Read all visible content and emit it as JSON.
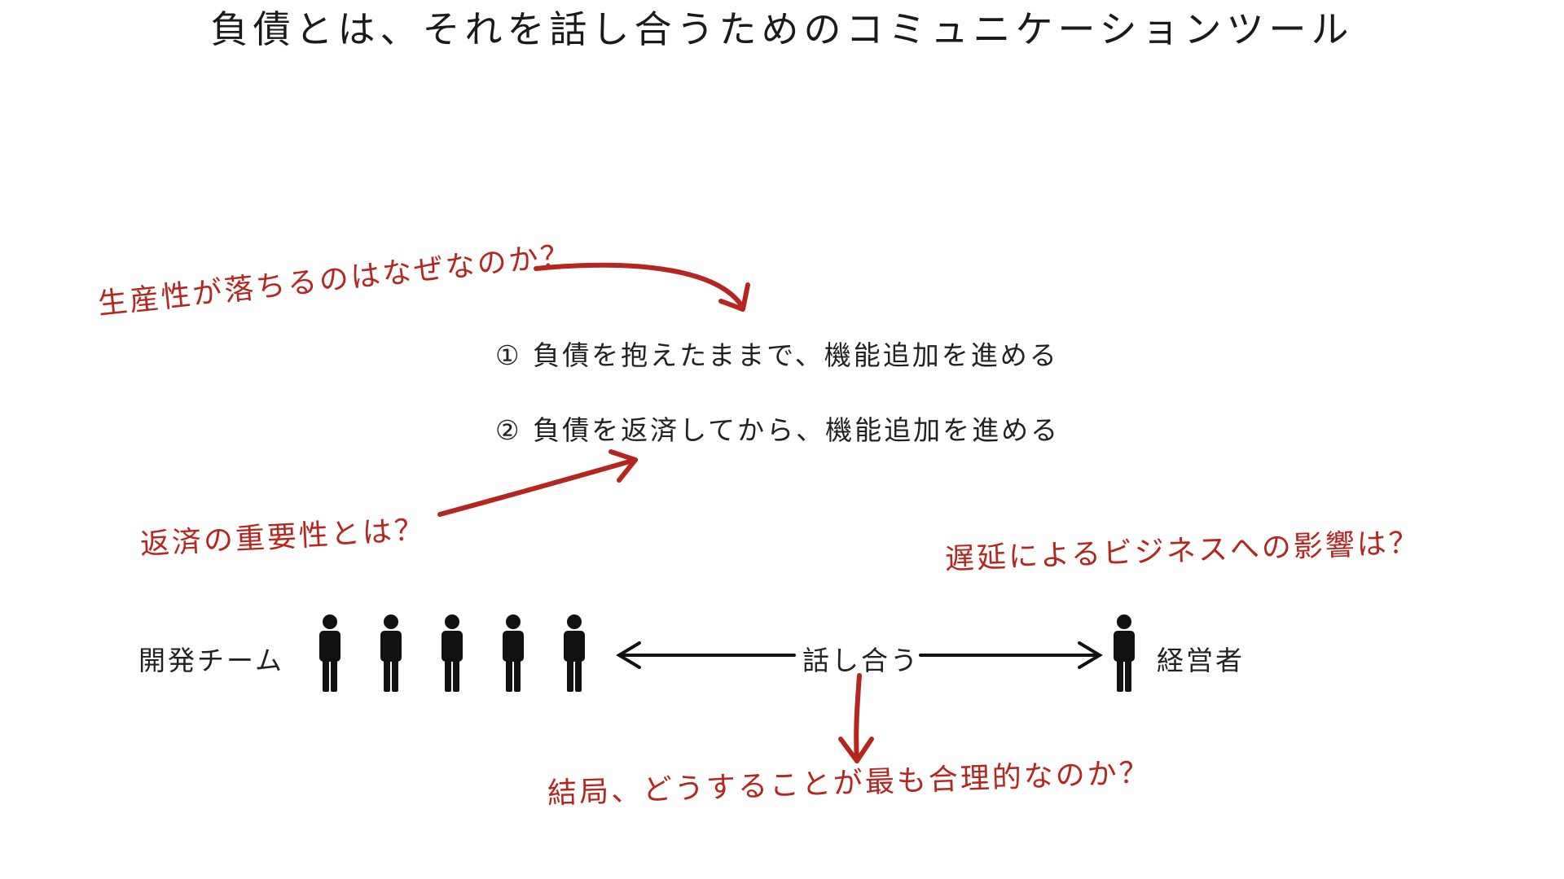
{
  "title": "負債とは、それを話し合うためのコミュニケーションツール",
  "options": [
    "① 負債を抱えたままで、機能追加を進める",
    "② 負債を返済してから、機能追加を進める"
  ],
  "questions": {
    "productivity": "生産性が落ちるのはなぜなのか？",
    "repayment": "返済の重要性とは？",
    "delay": "遅延によるビジネスへの影響は？",
    "conclusion": "結局、どうすることが最も合理的なのか？"
  },
  "actors": {
    "dev_team": "開発チーム",
    "management": "経営者",
    "discuss": "話し合う"
  },
  "colors": {
    "accent_red": "#b5261e",
    "text": "#1a1a1a",
    "background": "#ffffff"
  }
}
